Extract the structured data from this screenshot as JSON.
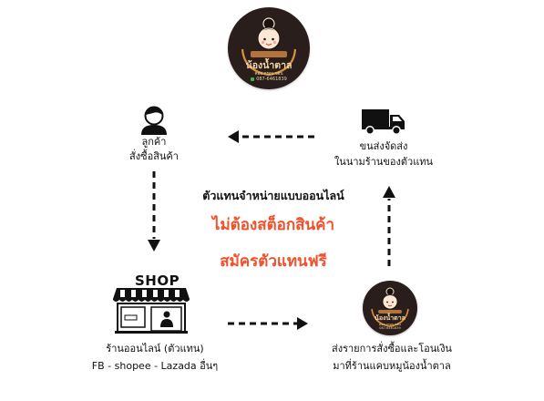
{
  "logo": {
    "name": "น้องน้ำตาล",
    "sub": "คอม กรอบ ขยัน",
    "phone": "087-6461839"
  },
  "center": {
    "line1": "ตัวแทนจำหน่ายแบบออนไลน์",
    "line2": "ไม่ต้องสต็อกสินค้า",
    "line3": "สมัครตัวแทนฟรี"
  },
  "nodes": {
    "customer": {
      "line1": "ลูกค้า",
      "line2": "สั่งซื้อสินค้า"
    },
    "shipping": {
      "line1": "ขนส่งจัดส่ง",
      "line2": "ในนามร้านของตัวแทน"
    },
    "shop": {
      "sign": "SHOP",
      "line1": "ร้านออนไลน์ (ตัวแทน)",
      "line2": "FB - shopee - Lazada อื่นๆ"
    },
    "transfer": {
      "line1": "ส่งรายการสั่งซื้อและโอนเงิน",
      "line2": "มาที่ร้านแคบหมูน้องน้ำตาล"
    }
  },
  "colors": {
    "accent": "#f0502a",
    "badge": "#2a1e1c",
    "arrow": "#111111"
  },
  "icons": [
    "person-icon",
    "truck-icon",
    "shop-icon",
    "logo-badge"
  ]
}
